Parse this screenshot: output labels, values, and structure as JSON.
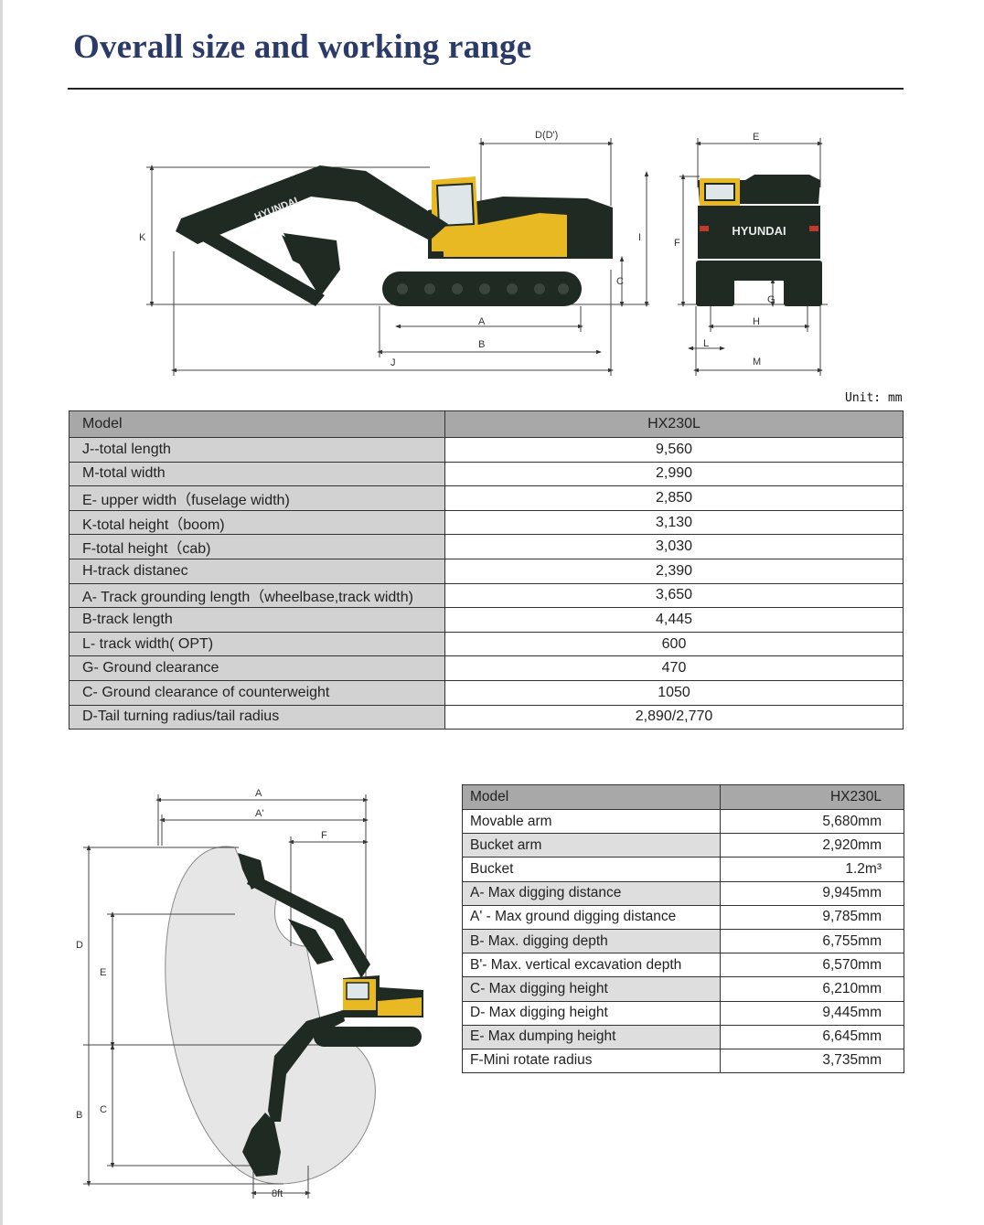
{
  "title": "Overall size and working range",
  "unit_label": "Unit: mm",
  "side_view": {
    "brand": "HYUNDAI",
    "labels": {
      "K": "K",
      "D": "D(D')",
      "I": "I",
      "C": "C",
      "A": "A",
      "B": "B",
      "J": "J"
    }
  },
  "rear_view": {
    "brand": "HYUNDAI",
    "labels": {
      "E": "E",
      "F": "F",
      "G": "G",
      "H": "H",
      "L": "L",
      "M": "M"
    }
  },
  "table1": {
    "header": {
      "label": "Model",
      "value": "HX230L"
    },
    "rows": [
      {
        "label": "J--total length",
        "value": "9,560"
      },
      {
        "label": "M-total width",
        "value": "2,990"
      },
      {
        "label": "E- upper  width（fuselage  width)",
        "value": "2,850"
      },
      {
        "label": "K-total height（boom)",
        "value": "3,130"
      },
      {
        "label": "F-total height（cab)",
        "value": "3,030"
      },
      {
        "label": "H-track distanec",
        "value": "2,390"
      },
      {
        "label": "A- Track grounding length（wheelbase,track width)",
        "value": "3,650"
      },
      {
        "label": "B-track length",
        "value": "4,445"
      },
      {
        "label": "L- track width( OPT)",
        "value": "600"
      },
      {
        "label": "G- Ground clearance",
        "value": "470"
      },
      {
        "label": "C- Ground clearance of counterweight",
        "value": "1050"
      },
      {
        "label": "D-Tail turning radius/tail radius",
        "value": "2,890/2,770"
      }
    ]
  },
  "working_range": {
    "labels": {
      "A": "A",
      "A_prime": "A'",
      "F": "F",
      "D": "D",
      "E": "E",
      "B": "B",
      "C": "C",
      "eight_ft": "8ft"
    }
  },
  "table2": {
    "header": {
      "label": "Model",
      "value": "HX230L"
    },
    "rows": [
      {
        "label": "Movable  arm",
        "value": "5,680mm"
      },
      {
        "label": "Bucket  arm",
        "value": "2,920mm"
      },
      {
        "label": "Bucket",
        "value": "1.2m³"
      },
      {
        "label": "A- Max  digging  distance",
        "value": "9,945mm"
      },
      {
        "label": "A' - Max   ground  digging  distance",
        "value": "9,785mm"
      },
      {
        "label": "B- Max. digging  depth",
        "value": "6,755mm"
      },
      {
        "label": "B'- Max. vertical  excavation  depth",
        "value": "6,570mm"
      },
      {
        "label": "C- Max  digging  height",
        "value": "6,210mm"
      },
      {
        "label": "D- Max  digging  height",
        "value": "9,445mm"
      },
      {
        "label": "E- Max  dumping  height",
        "value": "6,645mm"
      },
      {
        "label": "F-Mini rotate radius",
        "value": "3,735mm"
      }
    ]
  },
  "colors": {
    "title": "#2b3a67",
    "machine_dark": "#1e2a22",
    "machine_yellow": "#e8b923",
    "header_gray": "#a8a8a8",
    "label_gray": "#d2d2d2"
  }
}
